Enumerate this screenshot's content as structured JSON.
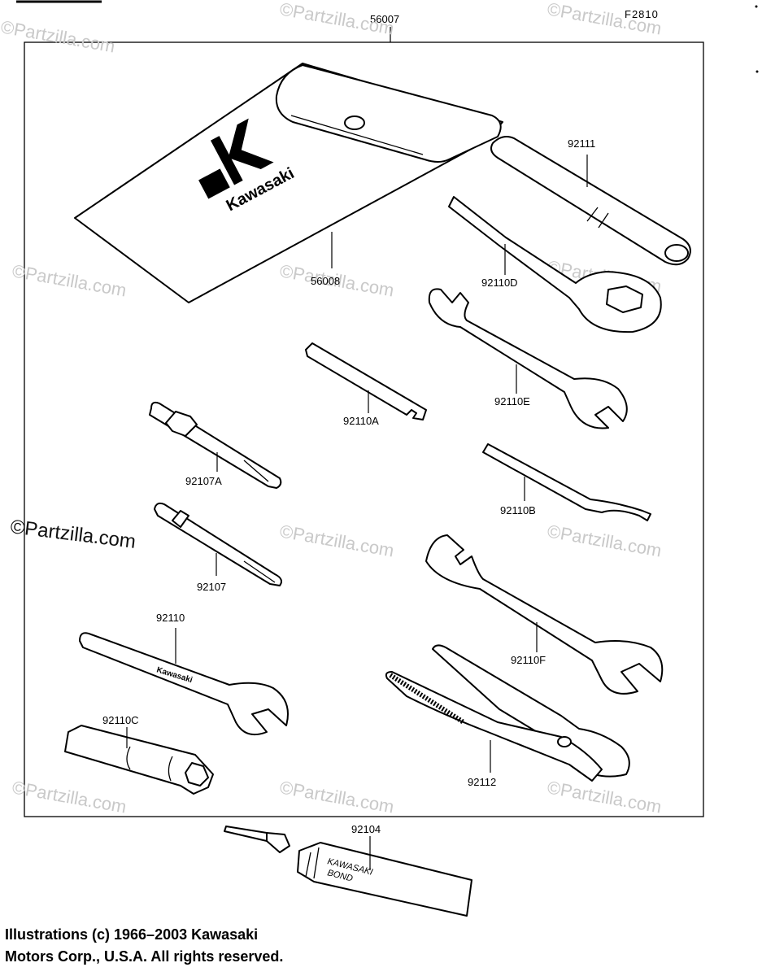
{
  "figure_code": "F2810",
  "brand_logo_text": "Kawasaki",
  "watermark": {
    "text": "Partzilla.com",
    "symbol": "©"
  },
  "parts": {
    "kit": "56007",
    "pouch": "56008",
    "handle": "92111",
    "box_wrench": "92110D",
    "open_wrench_e": "92110E",
    "spoke_wrench": "92110A",
    "screwdriver_a": "92107A",
    "hook_wrench": "92110B",
    "screwdriver": "92107",
    "open_wrench_f": "92110F",
    "open_wrench": "92110",
    "plug_socket": "92110C",
    "pliers": "92112",
    "bond": "92104"
  },
  "bond_tube_text": [
    "KAWASAKI",
    "BOND"
  ],
  "copyright": {
    "line1": "Illustrations (c) 1966–2003 Kawasaki",
    "line2": "Motors Corp., U.S.A.  All rights reserved."
  }
}
